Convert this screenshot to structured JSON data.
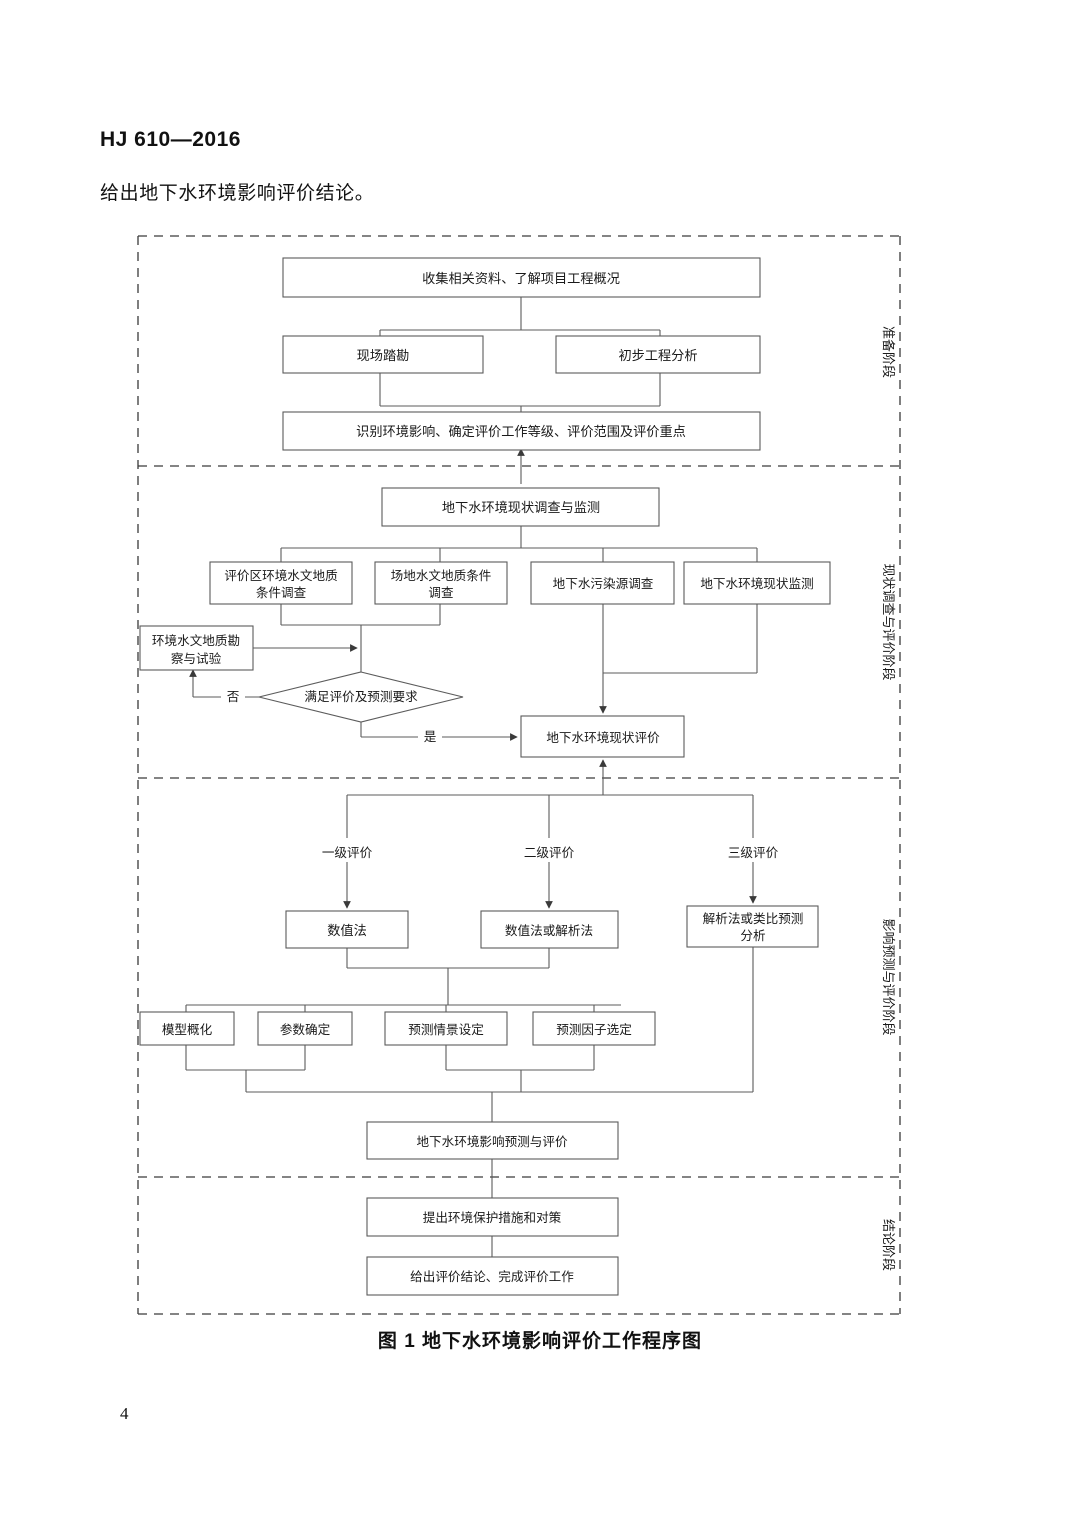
{
  "document": {
    "header": "HJ 610—2016",
    "lead_paragraph": "给出地下水环境影响评价结论。",
    "figure_caption": "图 1   地下水环境影响评价工作程序图",
    "page_number": "4"
  },
  "colors": {
    "box_stroke": "#5b5b5b",
    "line": "#5b5b5b",
    "dashed_divider": "#3a3a3a",
    "text": "#1a1a1a",
    "background": "#ffffff"
  },
  "flowchart": {
    "title": "地下水环境影响评价工作程序图",
    "type": "flowchart",
    "stages": [
      {
        "id": "stage-prep",
        "label": "准备阶段"
      },
      {
        "id": "stage-survey",
        "label": "现状调查与评价阶段"
      },
      {
        "id": "stage-predict",
        "label": "影响预测与评价阶段"
      },
      {
        "id": "stage-conclude",
        "label": "结论阶段"
      }
    ],
    "nodes": [
      {
        "id": "n1",
        "stage": "stage-prep",
        "shape": "rect",
        "lines": [
          "收集相关资料、了解项目工程概况"
        ]
      },
      {
        "id": "n2",
        "stage": "stage-prep",
        "shape": "rect",
        "lines": [
          "现场踏勘"
        ]
      },
      {
        "id": "n3",
        "stage": "stage-prep",
        "shape": "rect",
        "lines": [
          "初步工程分析"
        ]
      },
      {
        "id": "n4",
        "stage": "stage-prep",
        "shape": "rect",
        "lines": [
          "识别环境影响、确定评价工作等级、评价范围及评价重点"
        ]
      },
      {
        "id": "n5",
        "stage": "stage-survey",
        "shape": "rect",
        "lines": [
          "地下水环境现状调查与监测"
        ]
      },
      {
        "id": "n6",
        "stage": "stage-survey",
        "shape": "rect",
        "lines": [
          "评价区环境水文地质",
          "条件调查"
        ]
      },
      {
        "id": "n7",
        "stage": "stage-survey",
        "shape": "rect",
        "lines": [
          "场地水文地质条件",
          "调查"
        ]
      },
      {
        "id": "n8",
        "stage": "stage-survey",
        "shape": "rect",
        "lines": [
          "地下水污染源调查"
        ]
      },
      {
        "id": "n9",
        "stage": "stage-survey",
        "shape": "rect",
        "lines": [
          "地下水环境现状监测"
        ]
      },
      {
        "id": "n10",
        "stage": "stage-survey",
        "shape": "rect",
        "lines": [
          "环境水文地质勘",
          "察与试验"
        ]
      },
      {
        "id": "n11",
        "stage": "stage-survey",
        "shape": "diamond",
        "lines": [
          "满足评价及预测要求"
        ]
      },
      {
        "id": "n12",
        "stage": "stage-survey",
        "shape": "rect",
        "lines": [
          "地下水环境现状评价"
        ]
      },
      {
        "id": "n13",
        "stage": "stage-predict",
        "shape": "rect",
        "lines": [
          "数值法"
        ]
      },
      {
        "id": "n14",
        "stage": "stage-predict",
        "shape": "rect",
        "lines": [
          "数值法或解析法"
        ]
      },
      {
        "id": "n15",
        "stage": "stage-predict",
        "shape": "rect",
        "lines": [
          "解析法或类比预测",
          "分析"
        ]
      },
      {
        "id": "n16",
        "stage": "stage-predict",
        "shape": "rect",
        "lines": [
          "模型概化"
        ]
      },
      {
        "id": "n17",
        "stage": "stage-predict",
        "shape": "rect",
        "lines": [
          "参数确定"
        ]
      },
      {
        "id": "n18",
        "stage": "stage-predict",
        "shape": "rect",
        "lines": [
          "预测情景设定"
        ]
      },
      {
        "id": "n19",
        "stage": "stage-predict",
        "shape": "rect",
        "lines": [
          "预测因子选定"
        ]
      },
      {
        "id": "n20",
        "stage": "stage-predict",
        "shape": "rect",
        "lines": [
          "地下水环境影响预测与评价"
        ]
      },
      {
        "id": "n21",
        "stage": "stage-conclude",
        "shape": "rect",
        "lines": [
          "提出环境保护措施和对策"
        ]
      },
      {
        "id": "n22",
        "stage": "stage-conclude",
        "shape": "rect",
        "lines": [
          "给出评价结论、完成评价工作"
        ]
      }
    ],
    "edge_labels": [
      {
        "id": "e-no",
        "text": "否"
      },
      {
        "id": "e-yes",
        "text": "是"
      },
      {
        "id": "e-lvl1",
        "text": "一级评价"
      },
      {
        "id": "e-lvl2",
        "text": "二级评价"
      },
      {
        "id": "e-lvl3",
        "text": "三级评价"
      }
    ]
  }
}
